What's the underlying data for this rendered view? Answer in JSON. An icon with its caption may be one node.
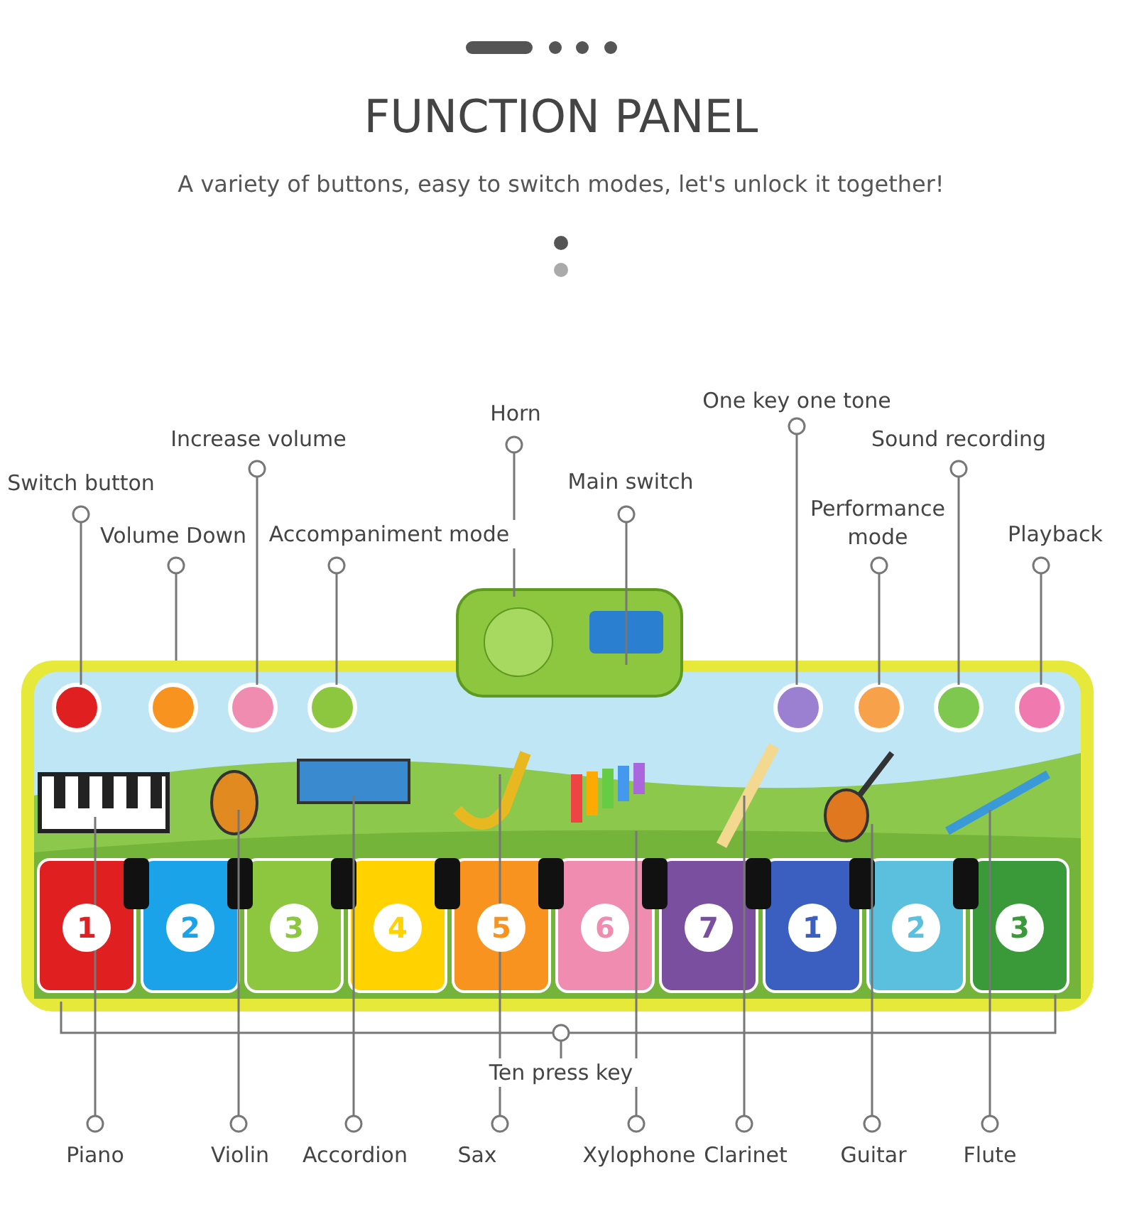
{
  "diagram": {
    "title": "FUNCTION PANEL",
    "nodes": [
      {
        "text": [
          "Switch button"
        ]
      },
      {
        "text": [
          "Volume Down"
        ]
      },
      {
        "text": [
          "Increase volume"
        ]
      },
      {
        "text": [
          "Accompaniment mode"
        ]
      },
      {
        "text": [
          "Horn"
        ]
      },
      {
        "text": [
          "Main switch"
        ]
      },
      {
        "text": [
          "One key one tone"
        ]
      },
      {
        "text": [
          "Sound recording"
        ]
      },
      {
        "text": [
          "Performance mode"
        ]
      },
      {
        "text": [
          "Playback"
        ]
      },
      {
        "text": [
          "Ten press key"
        ]
      },
      {
        "text": [
          "Piano"
        ]
      },
      {
        "text": [
          "Violin"
        ]
      },
      {
        "text": [
          "Accordion"
        ]
      },
      {
        "text": [
          "Sax"
        ]
      },
      {
        "text": [
          "Xylophone"
        ]
      },
      {
        "text": [
          "Clarinet"
        ]
      },
      {
        "text": [
          "Guitar"
        ]
      },
      {
        "text": [
          "Flute"
        ]
      }
    ],
    "edges": [
      {
        "from": 0,
        "to": null,
        "arrow": "other"
      },
      {
        "from": 1,
        "to": null,
        "arrow": "other"
      },
      {
        "from": 2,
        "to": null,
        "arrow": "other"
      },
      {
        "from": 3,
        "to": null,
        "arrow": "other"
      },
      {
        "from": 4,
        "to": null,
        "arrow": "other"
      },
      {
        "from": 5,
        "to": null,
        "arrow": "other"
      },
      {
        "from": 6,
        "to": null,
        "arrow": "other"
      },
      {
        "from": 7,
        "to": null,
        "arrow": "other"
      },
      {
        "from": 8,
        "to": null,
        "arrow": "other"
      },
      {
        "from": 9,
        "to": null,
        "arrow": "other"
      },
      {
        "from": 10,
        "to": null,
        "arrow": "other"
      },
      {
        "from": 11,
        "to": null,
        "arrow": "other"
      },
      {
        "from": 12,
        "to": null,
        "arrow": "other"
      },
      {
        "from": 13,
        "to": null,
        "arrow": "other"
      },
      {
        "from": 14,
        "to": null,
        "arrow": "other"
      },
      {
        "from": 15,
        "to": null,
        "arrow": "other"
      },
      {
        "from": 16,
        "to": null,
        "arrow": "other"
      },
      {
        "from": 17,
        "to": null,
        "arrow": "other"
      },
      {
        "from": 18,
        "to": null,
        "arrow": "other"
      }
    ],
    "labels": [
      "A variety of buttons, easy to switch modes, let's unlock it together!",
      "1",
      "2",
      "3",
      "4",
      "5",
      "6",
      "7",
      "1̇",
      "2̇",
      "3̇"
    ]
  }
}
